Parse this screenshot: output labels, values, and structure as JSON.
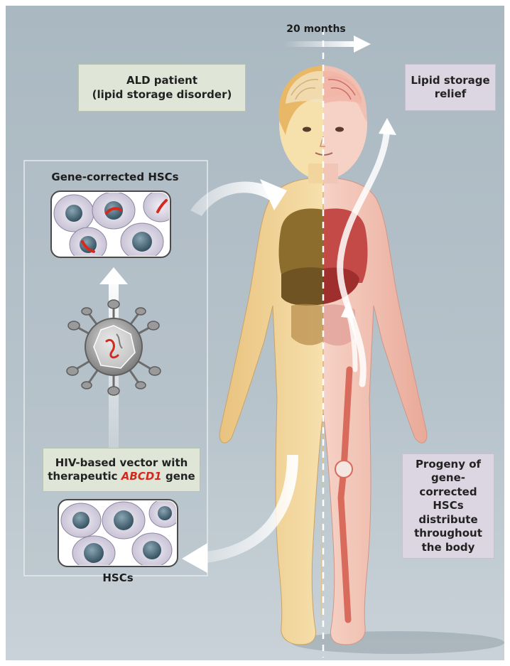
{
  "timeline": {
    "label": "20 months"
  },
  "boxes": {
    "patient": {
      "line1": "ALD patient",
      "line2": "(lipid storage disorder)"
    },
    "relief": {
      "line1": "Lipid storage",
      "line2": "relief"
    },
    "vector": {
      "line1": "HIV-based vector with",
      "line2_prefix": "therapeutic ",
      "line2_gene": "ABCD1",
      "line2_suffix": " gene"
    },
    "progeny": {
      "line1": "Progeny of",
      "line2": "gene-corrected",
      "line3": "HSCs distribute",
      "line4": "throughout",
      "line5": "the body"
    }
  },
  "labels": {
    "corrected_hscs": "Gene-corrected HSCs",
    "hscs": "HSCs"
  },
  "colors": {
    "background": "#aebbc4",
    "skin_untreated": "#f2d79e",
    "skin_treated": "#f2c4b8",
    "organ_untreated": "#8a6a2a",
    "organ_treated": "#b83a3a",
    "gene": "#d42a1d",
    "green_box": "#dfe6d7",
    "lilac_box": "#dcd6e3"
  }
}
